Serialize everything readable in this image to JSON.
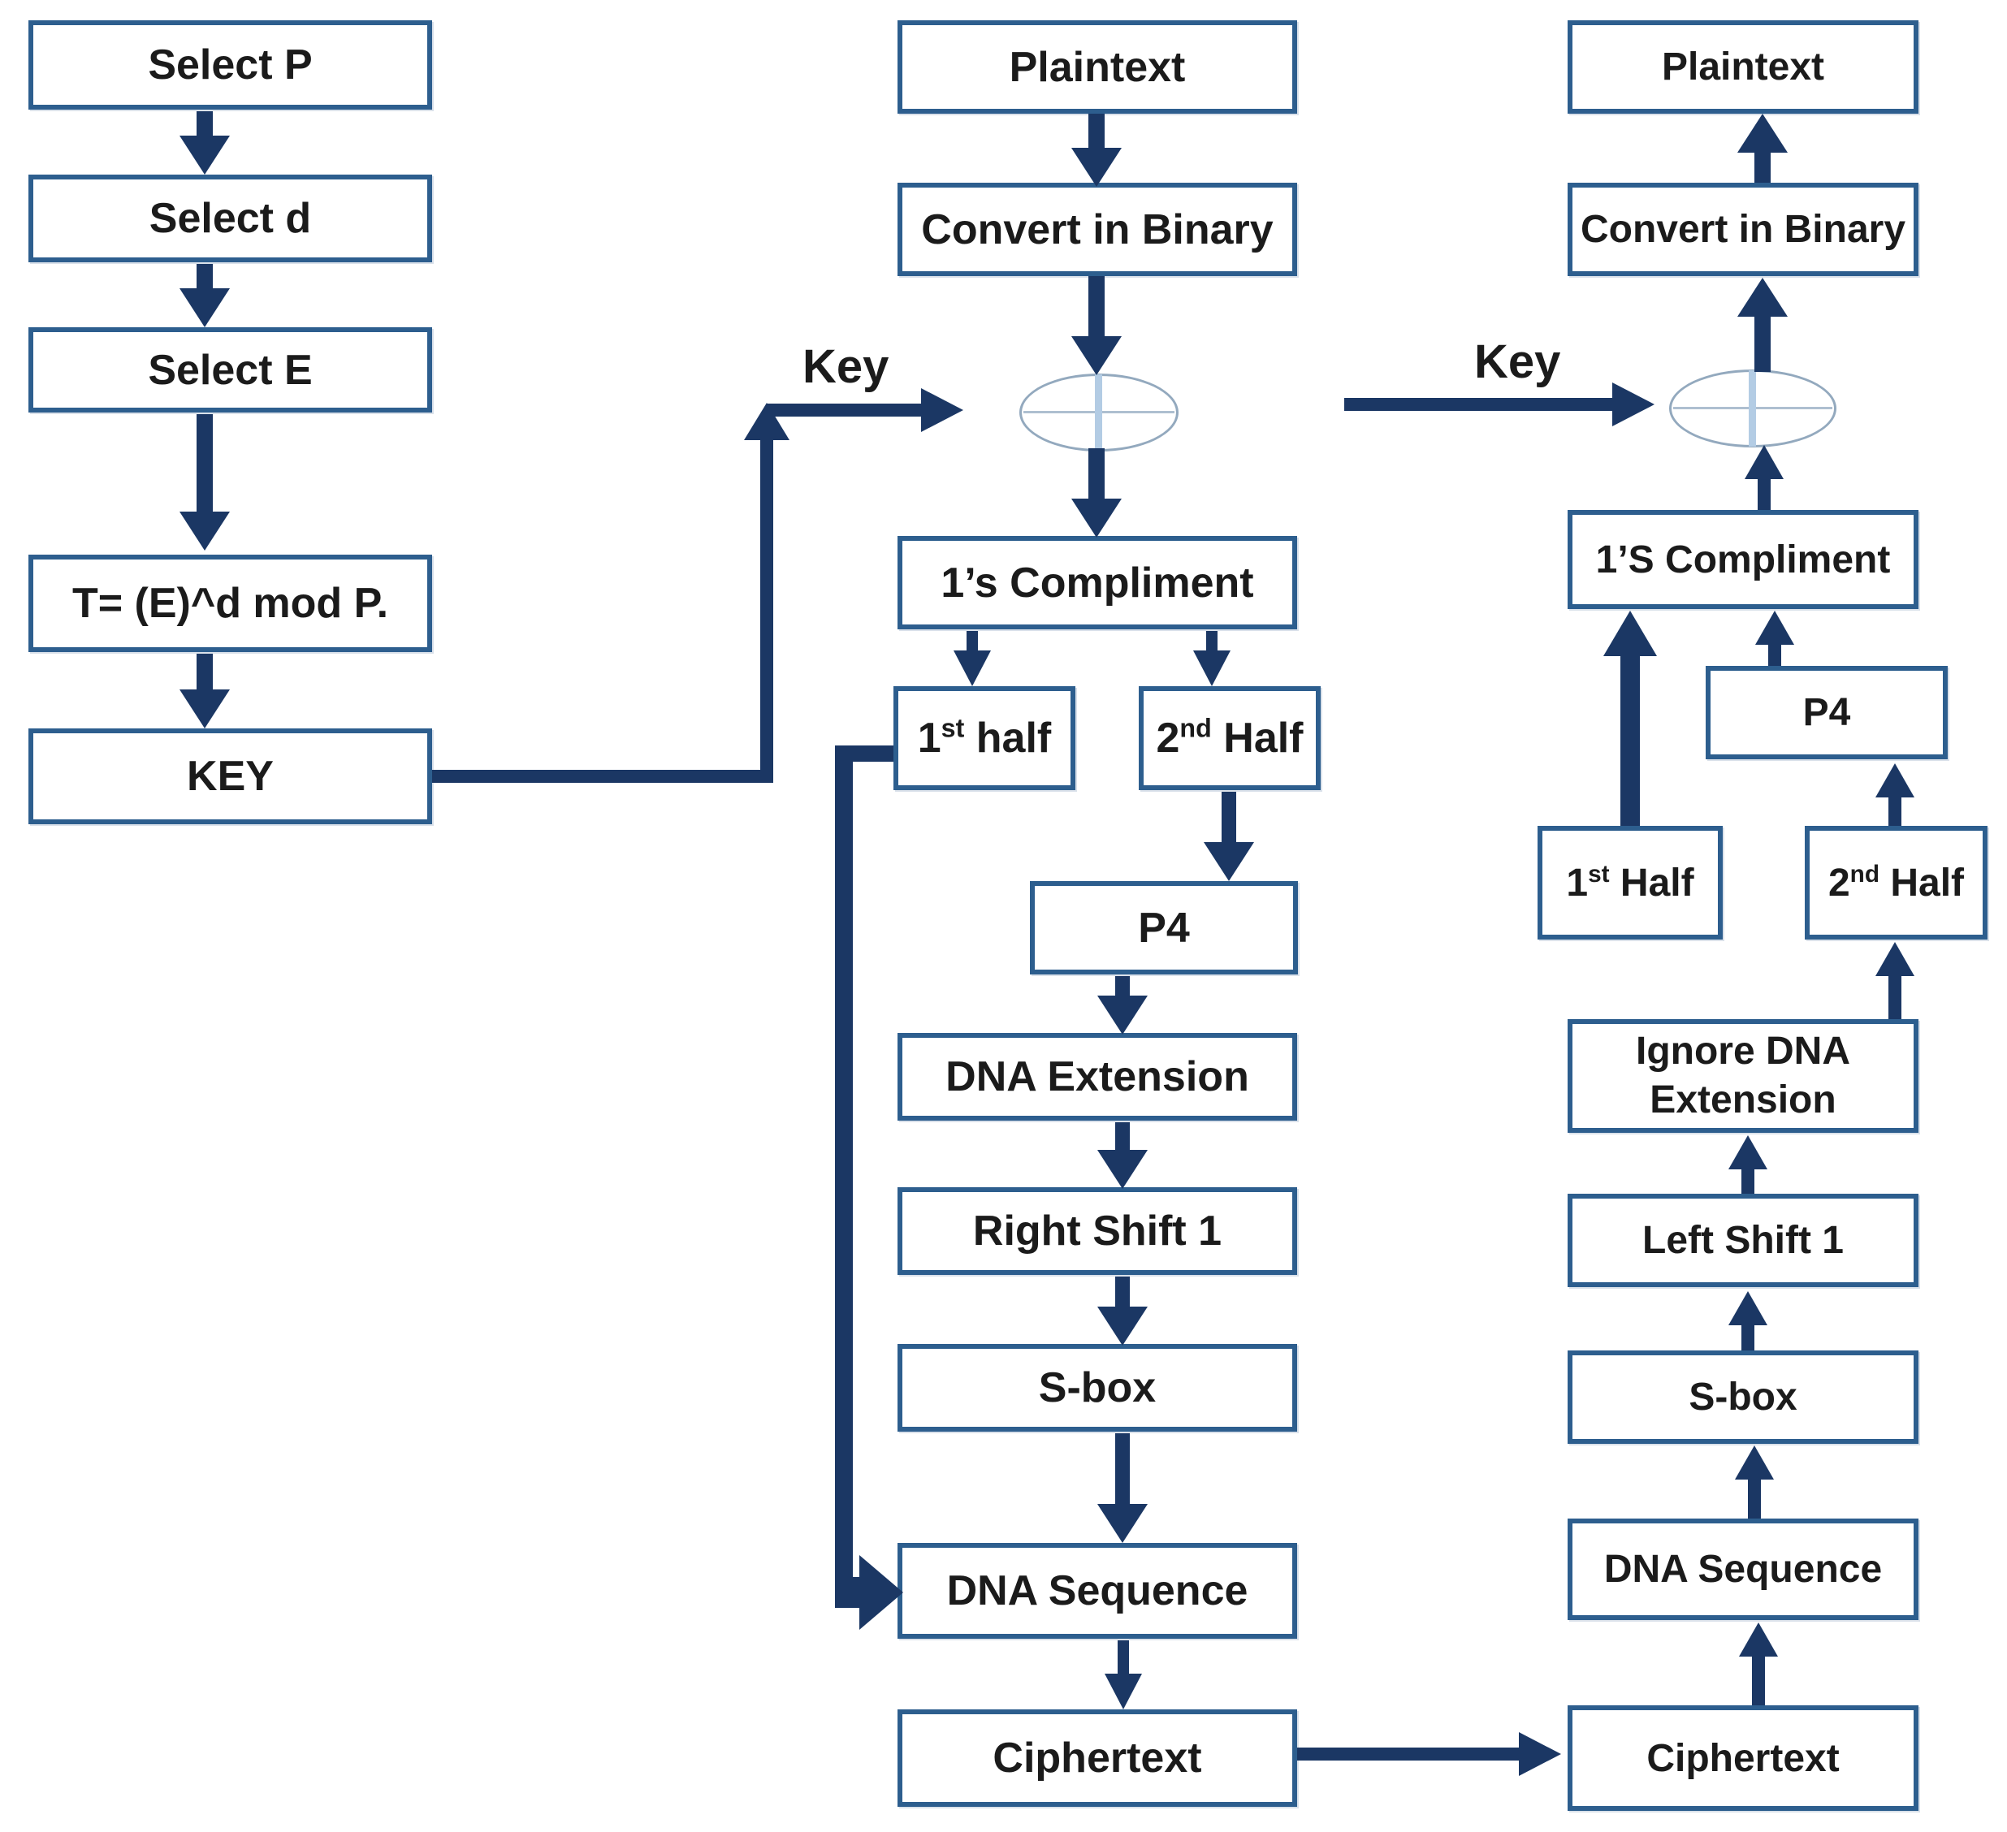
{
  "flowchart": {
    "colors": {
      "box_border": "#2d5e8e",
      "arrow": "#1b3764",
      "text": "#1b1b1b"
    },
    "key_generation": {
      "select_p": "Select P",
      "select_d": "Select d",
      "select_e": "Select E",
      "formula": "T= (E)^d mod P.",
      "key_box": "KEY",
      "key_label": "Key"
    },
    "encryption": {
      "plaintext": "Plaintext",
      "convert_binary": "Convert in Binary",
      "ones_compliment": "1’s Compliment",
      "first_half": {
        "base": "1",
        "sup": "st",
        "rest": " half"
      },
      "second_half": {
        "base": "2",
        "sup": "nd",
        "rest": " Half"
      },
      "p4": "P4",
      "dna_extension": "DNA Extension",
      "right_shift": "Right Shift 1",
      "s_box": "S-box",
      "dna_sequence": "DNA Sequence",
      "ciphertext": "Ciphertext"
    },
    "decryption": {
      "key_label": "Key",
      "plaintext": "Plaintext",
      "convert_binary": "Convert in Binary",
      "ones_compliment": "1’S Compliment",
      "p4": "P4",
      "first_half": {
        "base": "1",
        "sup": "st",
        "rest": " Half"
      },
      "second_half": {
        "base": "2",
        "sup": "nd",
        "rest": " Half"
      },
      "ignore_dna_extension": "Ignore DNA Extension",
      "left_shift": "Left Shift 1",
      "s_box": "S-box",
      "dna_sequence": "DNA Sequence",
      "ciphertext": "Ciphertext"
    }
  }
}
